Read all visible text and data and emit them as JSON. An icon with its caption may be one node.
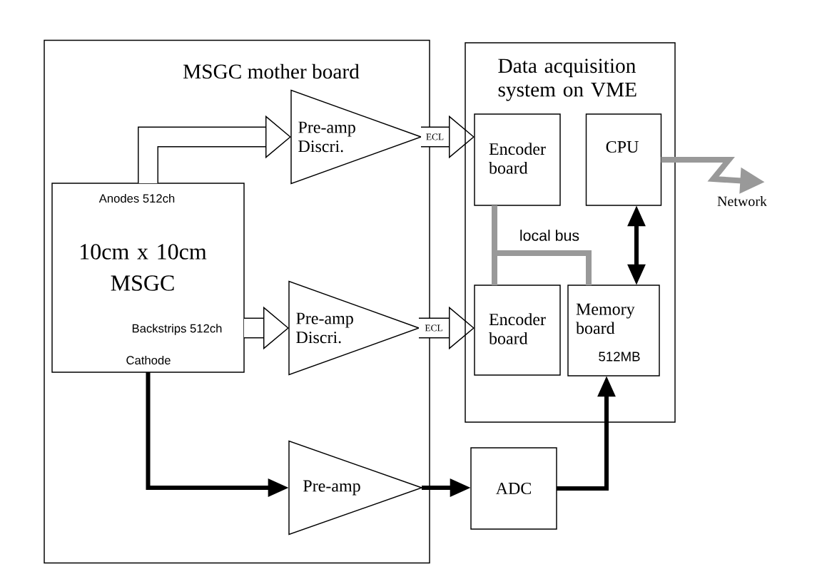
{
  "diagram": {
    "nodes": [
      {
        "text": [
          "MSGC mother board"
        ]
      },
      {
        "text": [
          "Data acquisition system on VME"
        ]
      },
      {
        "text": [
          "Anodes 512ch",
          "10cm x 10cm MSGC",
          "Backstrips 512ch",
          "Cathode"
        ],
        "in": 0
      },
      {
        "text": [
          "Pre-amp Discri."
        ],
        "in": 0
      },
      {
        "text": [
          "Pre-amp Discri."
        ],
        "in": 0
      },
      {
        "text": [
          "Pre-amp"
        ],
        "in": 0
      },
      {
        "text": [
          "Encoder board"
        ],
        "in": 1
      },
      {
        "text": [
          "CPU"
        ],
        "in": 1
      },
      {
        "text": [
          "Encoder board"
        ],
        "in": 1
      },
      {
        "text": [
          "Memory board",
          "512MB"
        ],
        "in": 1
      },
      {
        "text": [
          "ADC"
        ]
      },
      {
        "text": [
          "Network"
        ]
      }
    ],
    "edges": [
      {
        "from": 2,
        "to": 3,
        "arrow": "to",
        "style": "thick"
      },
      {
        "from": 2,
        "to": 4,
        "arrow": "to",
        "style": "thick"
      },
      {
        "from": 3,
        "to": 6,
        "arrow": "to",
        "style": "thick",
        "label": "ECL"
      },
      {
        "from": 4,
        "to": 8,
        "arrow": "to",
        "style": "thick",
        "label": "ECL"
      },
      {
        "from": 2,
        "to": 5,
        "arrow": "to"
      },
      {
        "from": 5,
        "to": 10,
        "arrow": "to"
      },
      {
        "from": 10,
        "to": 9,
        "arrow": "to"
      },
      {
        "from": 6,
        "to": 8,
        "arrow": "none",
        "color": "#999999",
        "label": "local bus"
      },
      {
        "from": 6,
        "to": 9,
        "arrow": "none",
        "color": "#999999"
      },
      {
        "from": 7,
        "to": 9,
        "arrow": "both"
      },
      {
        "from": 7,
        "to": 11,
        "arrow": "to",
        "color": "#999999"
      }
    ]
  }
}
